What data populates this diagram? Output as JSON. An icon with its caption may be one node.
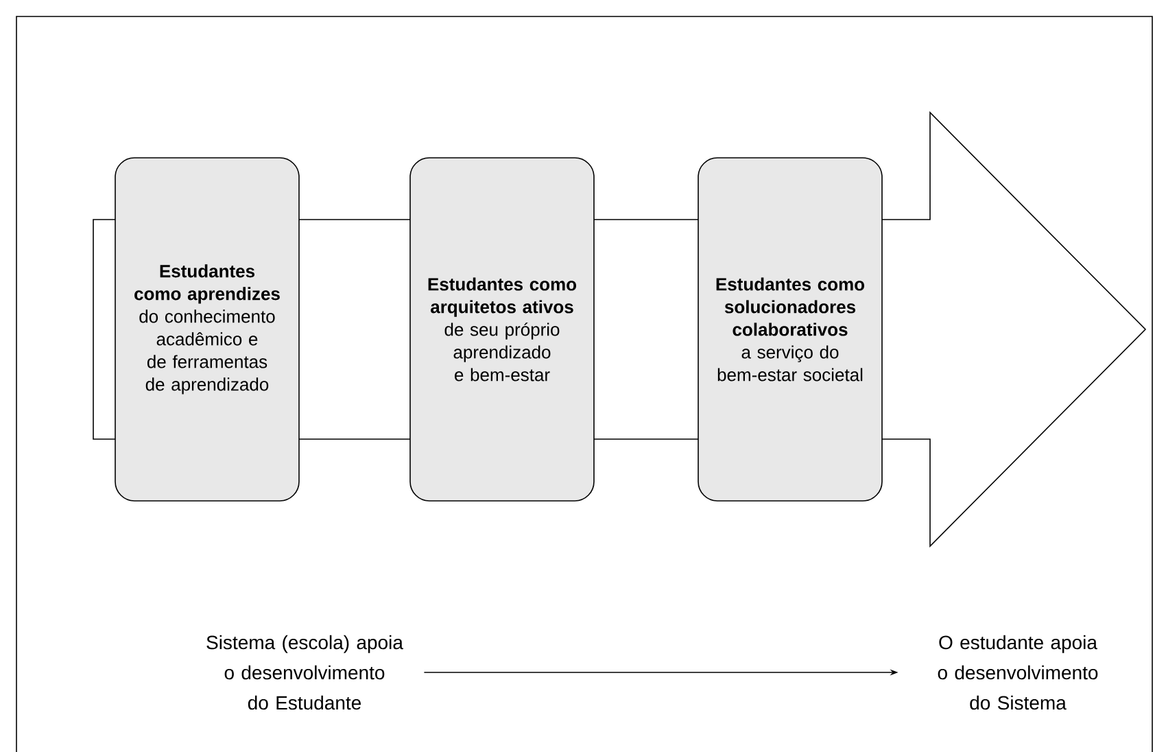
{
  "diagram": {
    "nodes": [
      {
        "text": [
          "Estudantes como aprendizes",
          "do conhecimento acadêmico e de ferramentas de aprendizado"
        ]
      },
      {
        "text": [
          "Estudantes como arquitetos ativos",
          "de seu próprio aprendizado e bem-estar"
        ]
      },
      {
        "text": [
          "Estudantes como solucionadores colaborativos",
          "a serviço do bem-estar societal"
        ]
      },
      {
        "text": [
          "Sistema (escola) apoia o desenvolvimento do Estudante"
        ]
      },
      {
        "text": [
          "O estudante apoia o desenvolvimento do Sistema"
        ]
      }
    ],
    "edges": [
      {
        "from": 3,
        "to": 4,
        "arrow": "to"
      }
    ]
  }
}
